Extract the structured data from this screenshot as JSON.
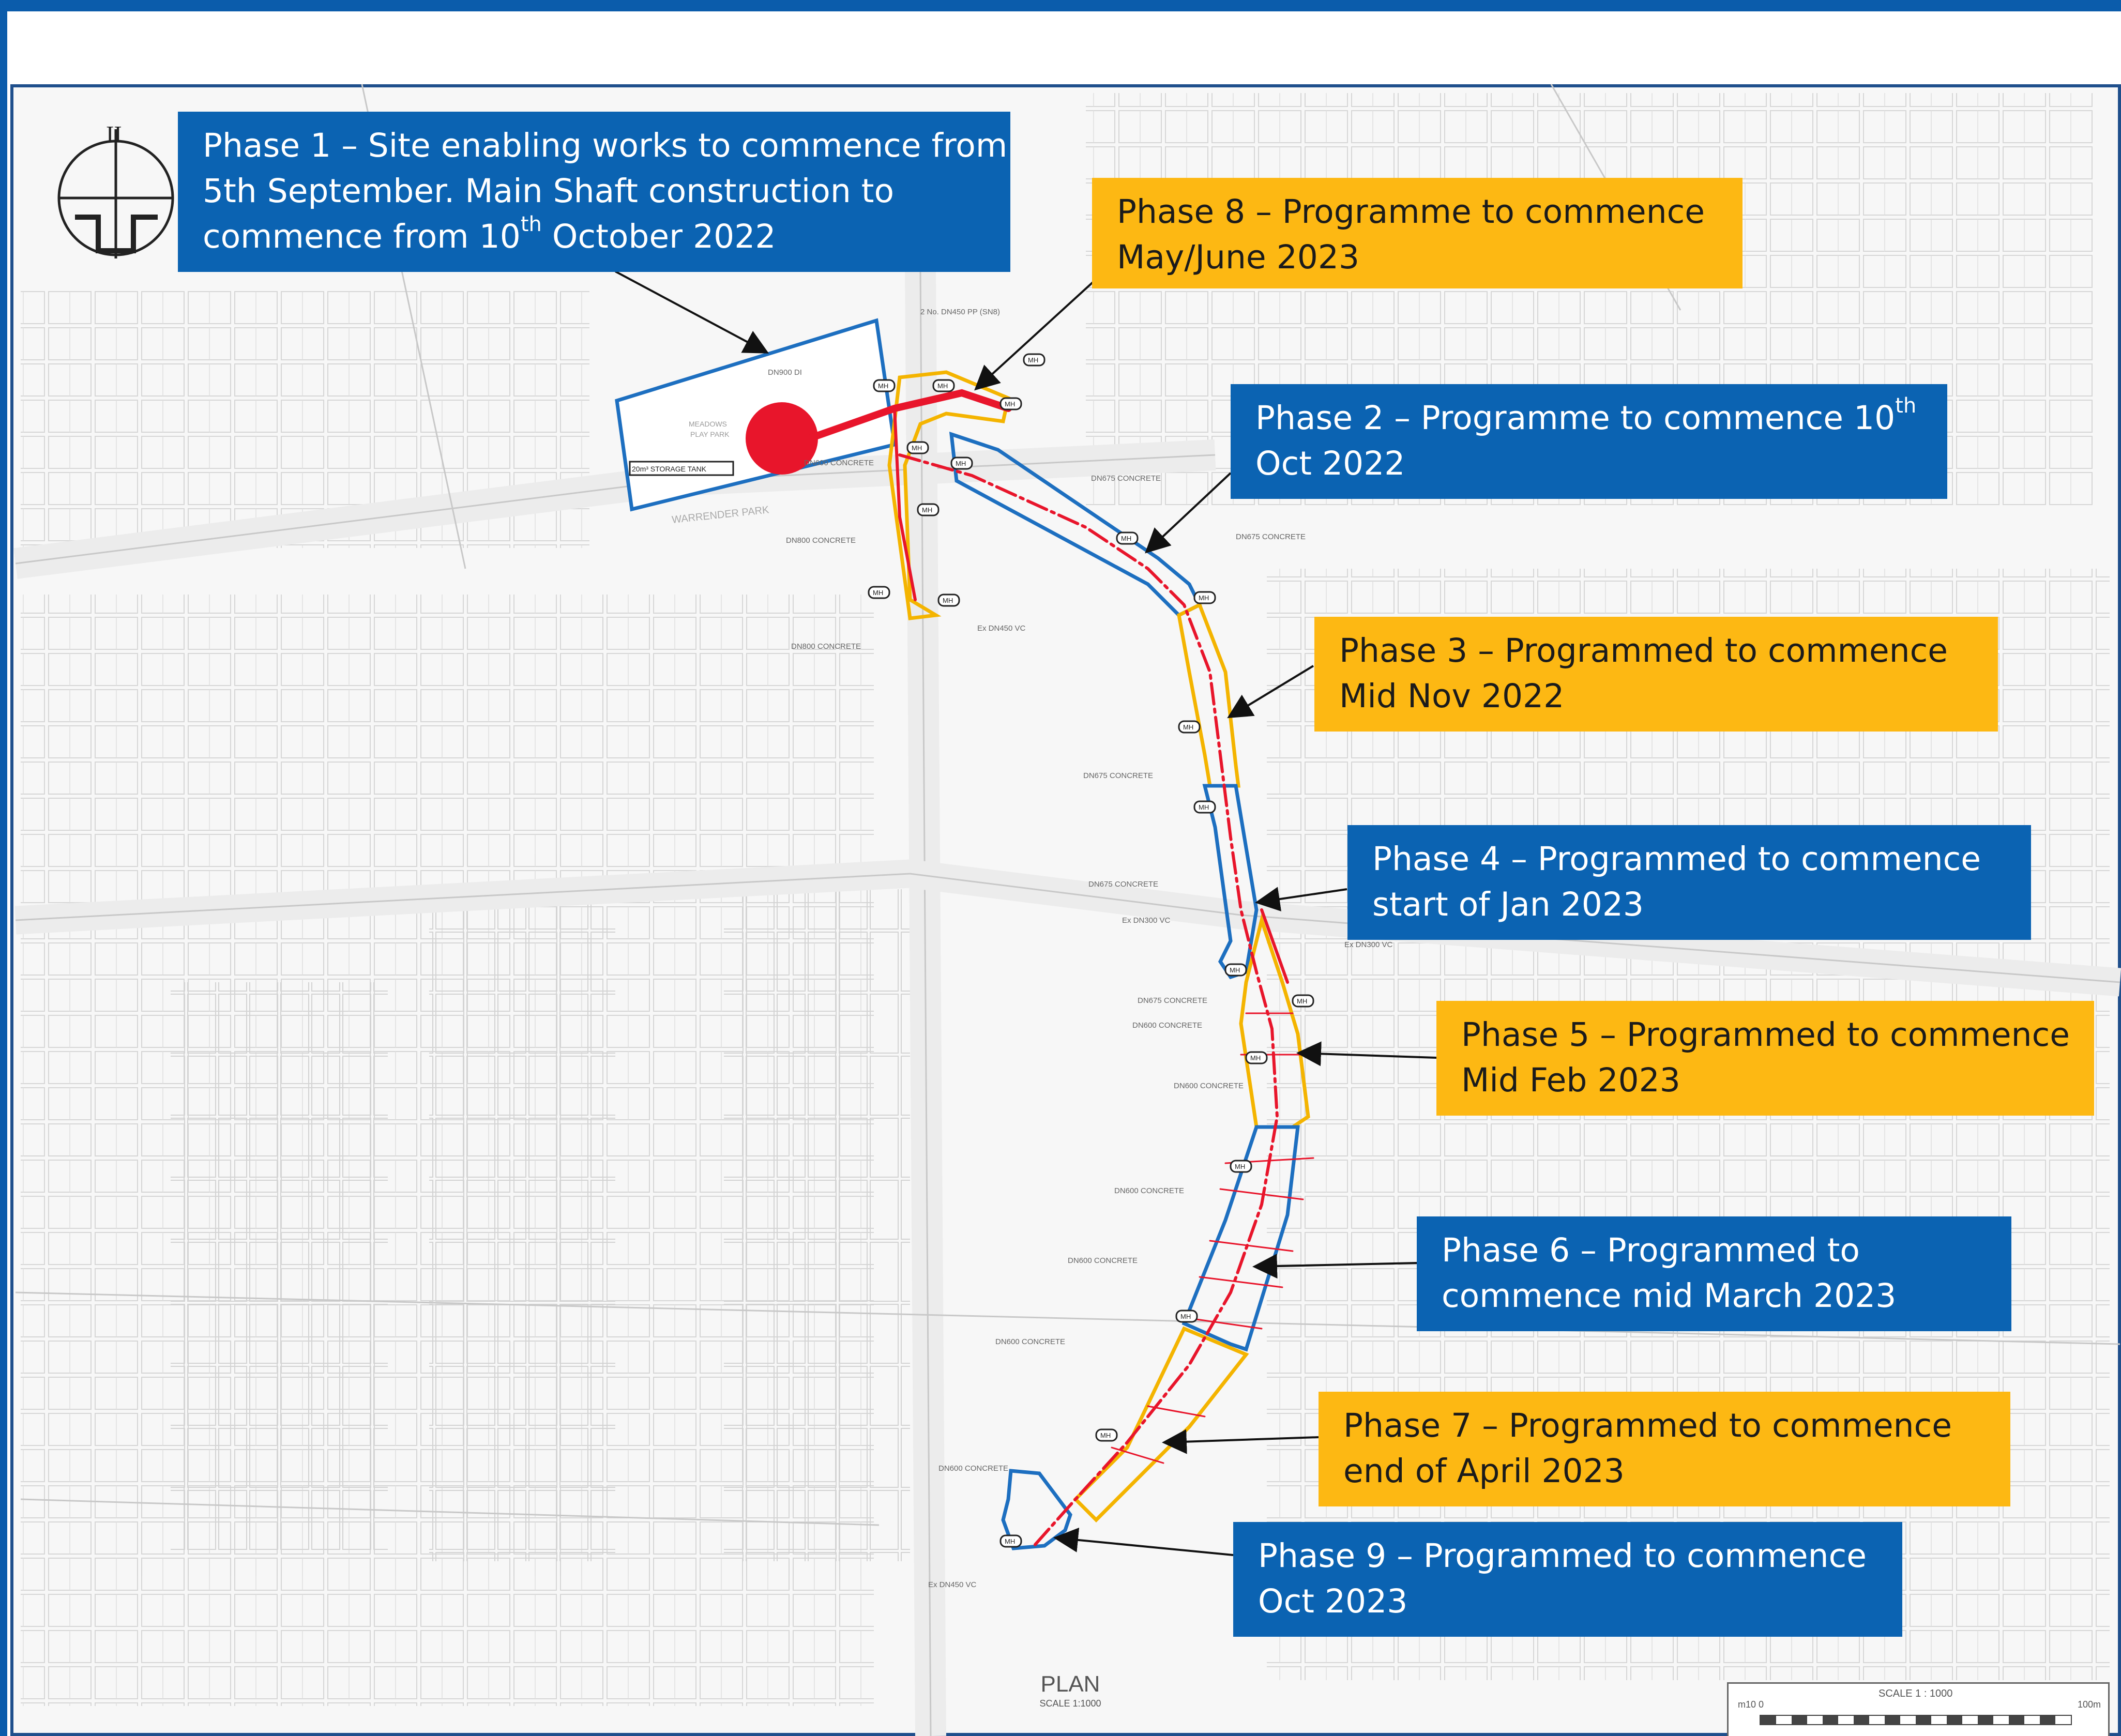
{
  "theme": {
    "blue": "#0b63b2",
    "yellow": "#fdb813",
    "route_red": "#e8152b",
    "phase_outline_blue": "#1d6fc0",
    "phase_outline_yellow": "#f4b400",
    "leader_line": "#111111"
  },
  "callouts": {
    "phase1": {
      "pre": "Phase 1 – Site enabling works to commence from",
      "line2": "5th September. Main Shaft construction to",
      "line3_pre": "commence from 10",
      "sup": "th",
      "line3_post": " October 2022"
    },
    "phase8": {
      "line1": "Phase 8 – Programme to commence",
      "line2": "May/June 2023"
    },
    "phase2": {
      "line1_pre": "Phase 2 – Programme to commence 10",
      "sup": "th",
      "line2": "Oct 2022"
    },
    "phase3": {
      "line1": "Phase 3 – Programmed to commence",
      "line2": "Mid Nov 2022"
    },
    "phase4": {
      "line1": "Phase 4 – Programmed to commence",
      "line2": "start of Jan 2023"
    },
    "phase5": {
      "line1": "Phase 5 – Programmed to commence",
      "line2": "Mid Feb 2023"
    },
    "phase6": {
      "line1": "Phase 6 – Programmed to",
      "line2": "commence mid March 2023"
    },
    "phase7": {
      "line1": "Phase 7 – Programmed to commence",
      "line2": "end of April 2023"
    },
    "phase9": {
      "line1": "Phase 9 – Programmed to commence",
      "line2": "Oct 2023"
    }
  },
  "plan": {
    "title": "PLAN",
    "scale": "SCALE 1:1000"
  },
  "scalebar": {
    "label": "SCALE 1 : 1000",
    "zero": "m10 0",
    "end": "100m"
  },
  "drawing_labels": {
    "street1": "WARRENDER PARK",
    "pipe_ds900": "DN900 DI",
    "pipe_concrete1": "DN600 CONCRETE",
    "pipe_concrete2": "DN675 CONCRETE",
    "pipe_concrete3": "DN800 CONCRETE",
    "pipe_vc1": "Ex DN450 VC",
    "pipe_vc2": "Ex DN300 VC",
    "pipe_pp": "2 No. DN450 PP (SN8)",
    "storage": "20m³ STORAGE TANK",
    "manhole": "MH"
  }
}
